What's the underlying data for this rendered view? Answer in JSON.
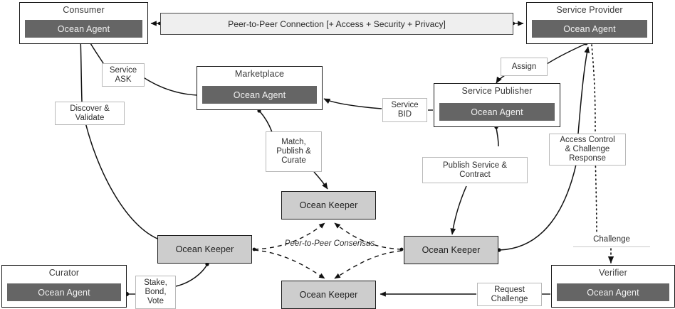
{
  "diagram": {
    "title": "Ocean Protocol Network Interaction Diagram",
    "agent_label": "Ocean Agent",
    "keeper_label": "Ocean Keeper",
    "colors": {
      "agent_bar": "#656565",
      "keeper_fill": "#cdcdcd",
      "p2p_fill": "#efefef",
      "stroke": "#1a1a1a",
      "label_border": "#b9b9b9"
    }
  },
  "actors": [
    {
      "id": "consumer",
      "title": "Consumer",
      "agent": "Ocean Agent"
    },
    {
      "id": "service-provider",
      "title": "Service Provider",
      "agent": "Ocean Agent"
    },
    {
      "id": "marketplace",
      "title": "Marketplace",
      "agent": "Ocean Agent"
    },
    {
      "id": "service-publisher",
      "title": "Service Publisher",
      "agent": "Ocean Agent"
    },
    {
      "id": "curator",
      "title": "Curator",
      "agent": "Ocean Agent"
    },
    {
      "id": "verifier",
      "title": "Verifier",
      "agent": "Ocean Agent"
    }
  ],
  "connection_bar": {
    "label": "Peer-to-Peer Connection [+ Access + Security + Privacy]"
  },
  "keepers": [
    {
      "id": "keeper-top",
      "label": "Ocean Keeper"
    },
    {
      "id": "keeper-left",
      "label": "Ocean Keeper"
    },
    {
      "id": "keeper-right",
      "label": "Ocean Keeper"
    },
    {
      "id": "keeper-bottom",
      "label": "Ocean Keeper"
    }
  ],
  "edge_labels": {
    "service_ask": {
      "line1": "Service",
      "line2": "ASK"
    },
    "discover_validate": {
      "line1": "Discover &",
      "line2": "Validate"
    },
    "match_publish_curate": {
      "line1": "Match,",
      "line2": "Publish &",
      "line3": "Curate"
    },
    "service_bid": {
      "line1": "Service",
      "line2": "BID"
    },
    "assign": {
      "line1": "Assign"
    },
    "publish_service_contract": {
      "line1": "Publish Service &",
      "line2": "Contract"
    },
    "access_control": {
      "line1": "Access Control",
      "line2": "& Challenge",
      "line3": "Response"
    },
    "challenge": {
      "line1": "Challenge"
    },
    "request_challenge": {
      "line1": "Request",
      "line2": "Challenge"
    },
    "stake_bond_vote": {
      "line1": "Stake,",
      "line2": "Bond,",
      "line3": "Vote"
    },
    "p2p_consensus": {
      "line1": "Peer-to-Peer",
      "line2": "Consensus"
    }
  }
}
